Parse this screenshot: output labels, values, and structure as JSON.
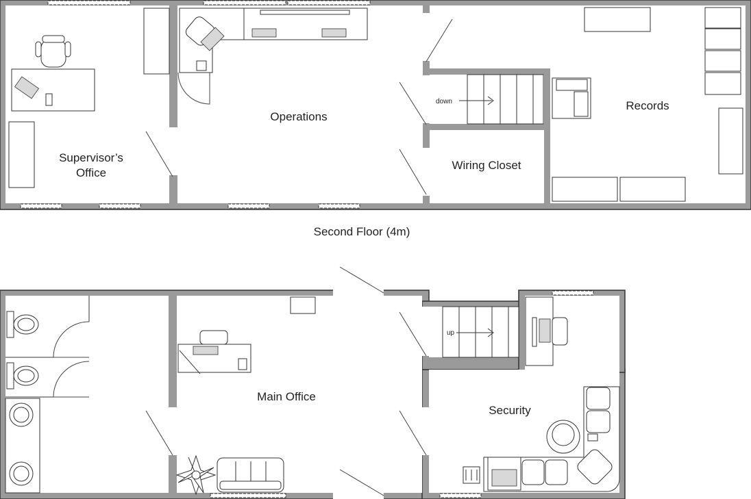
{
  "second_floor": {
    "caption": "Second Floor (4m)",
    "rooms": {
      "supervisor_line1": "Supervisor’s",
      "supervisor_line2": "Office",
      "operations": "Operations",
      "wiring_closet": "Wiring Closet",
      "records": "Records"
    },
    "stair_label": "down"
  },
  "first_floor": {
    "rooms": {
      "main_office": "Main Office",
      "security": "Security"
    },
    "stair_label": "up"
  },
  "colors": {
    "wall": "#9a9a9a",
    "outline": "#333333",
    "background": "#ffffff"
  }
}
